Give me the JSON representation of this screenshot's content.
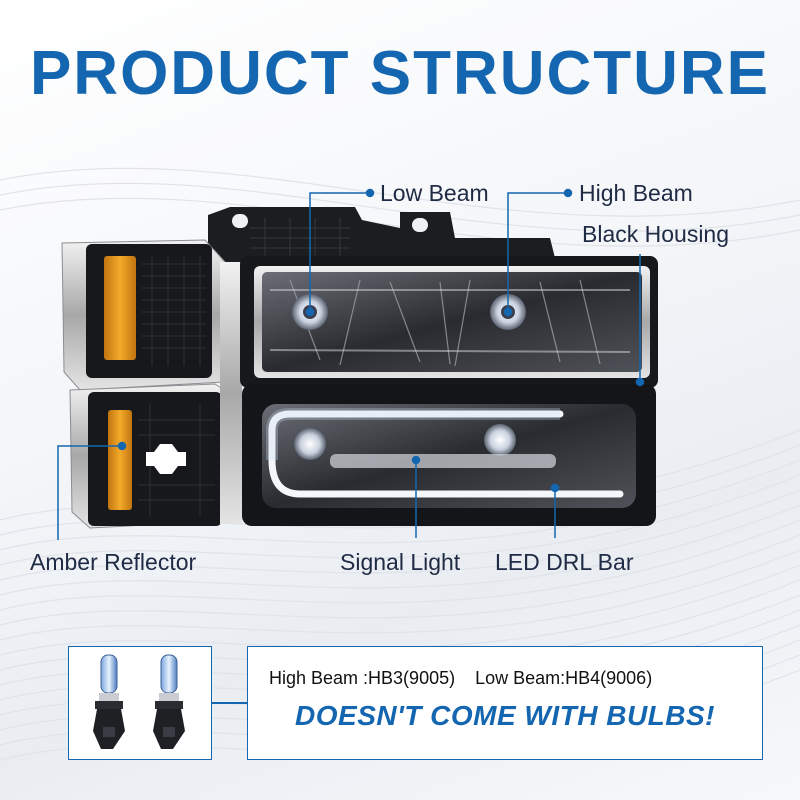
{
  "header": {
    "title": "PRODUCT STRUCTURE"
  },
  "callouts": {
    "low_beam": "Low Beam",
    "high_beam": "High Beam",
    "black_housing": "Black Housing",
    "amber_reflector": "Amber Reflector",
    "signal_light": "Signal Light",
    "led_drl_bar": "LED DRL Bar"
  },
  "bulbs": {
    "high_beam_spec": "High Beam :HB3(9005)",
    "low_beam_spec": "Low Beam:HB4(9006)",
    "warning": "DOESN'T COME WITH BULBS!"
  },
  "colors": {
    "accent": "#1466b0",
    "amber": "#e89a1c",
    "housing": "#1b1c20"
  }
}
